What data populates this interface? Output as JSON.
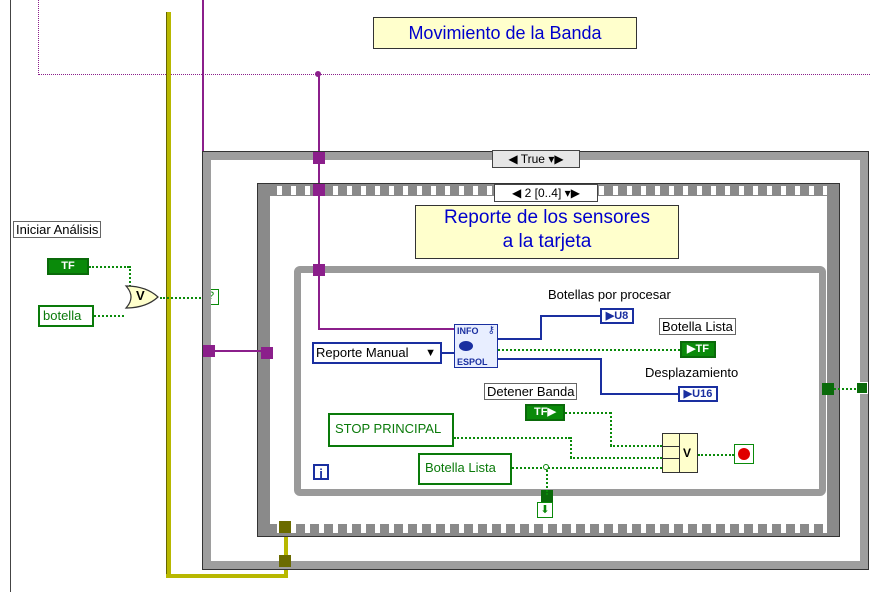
{
  "comments": {
    "title": "Movimiento de la Banda",
    "sensors_line1": "Reporte de los sensores",
    "sensors_line2": "a la tarjeta"
  },
  "labels": {
    "iniciar": "Iniciar Análisis",
    "botellas_por_procesar": "Botellas por procesar",
    "botella_lista_ind": "Botella Lista",
    "desplazamiento": "Desplazamiento",
    "detener_banda": "Detener Banda"
  },
  "controls": {
    "botella": "botella",
    "stop_principal": "STOP PRINCIPAL",
    "botella_lista_ctrl": "Botella Lista",
    "reporte_manual": "Reporte Manual"
  },
  "terminals": {
    "tf": "TF",
    "u8": "U8",
    "u16": "U16",
    "info": "INFO",
    "espol": "ESPOL",
    "or_symbol": "V",
    "and_symbol": "V",
    "question": "?",
    "loop_i": "i"
  },
  "selectors": {
    "case_true": "True",
    "sequence": "2 [0..4]"
  },
  "colors": {
    "boolean_wire": "#0a8a0a",
    "numeric_wire": "#1a2fa0",
    "cluster_wire": "#8b1f8b",
    "error_wire": "#b8b800",
    "comment_bg": "#ffffcc"
  }
}
